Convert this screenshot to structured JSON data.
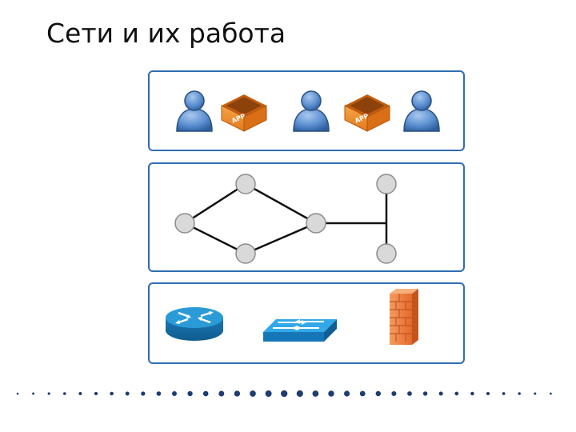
{
  "slide": {
    "title": "Сети и их работа"
  },
  "layers": {
    "applications": {
      "items": [
        {
          "type": "user",
          "icon": "user-icon"
        },
        {
          "type": "app",
          "icon": "app-box-icon",
          "label": "APP"
        },
        {
          "type": "user",
          "icon": "user-icon"
        },
        {
          "type": "app",
          "icon": "app-box-icon",
          "label": "APP"
        },
        {
          "type": "user",
          "icon": "user-icon"
        }
      ]
    },
    "network": {
      "node_count": 6,
      "icon": "network-graph-icon"
    },
    "infrastructure": {
      "items": [
        {
          "type": "router",
          "icon": "router-icon"
        },
        {
          "type": "switch",
          "icon": "switch-icon"
        },
        {
          "type": "firewall",
          "icon": "firewall-icon"
        }
      ]
    }
  },
  "colors": {
    "frame_border": "#2f6db3",
    "user_fill": "#5b8fd0",
    "app_fill": "#f08a24",
    "node_fill": "#d9d9d9",
    "router_fill": "#1e88c8",
    "switch_fill": "#2a9be0",
    "firewall_fill": "#ef7f42",
    "dot_color": "#1f3c73"
  }
}
